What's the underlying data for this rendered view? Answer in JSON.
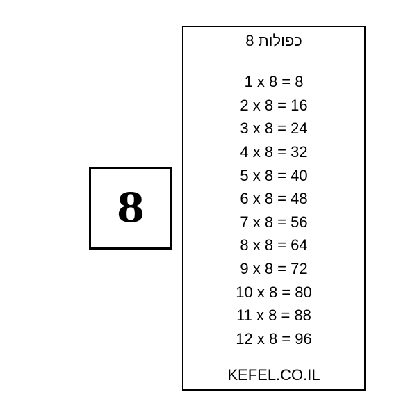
{
  "big_number": "8",
  "title": "כפולות 8",
  "rows": [
    "1 x 8 = 8",
    "2 x 8 = 16",
    "3 x 8 = 24",
    "4 x 8 = 32",
    "5 x 8 = 40",
    "6 x 8 = 48",
    "7 x 8 = 56",
    "8 x 8 = 64",
    "9 x 8 = 72",
    "10 x 8 = 80",
    "11 x 8 = 88",
    "12 x 8 = 96"
  ],
  "footer": "KEFEL.CO.IL"
}
